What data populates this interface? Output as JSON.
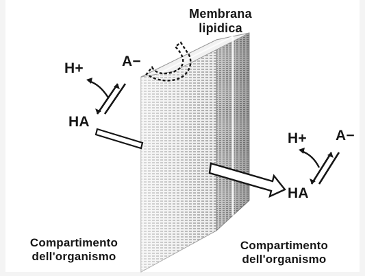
{
  "labels": {
    "membrane_line1": "Membrana",
    "membrane_line2": "lipidica",
    "left": {
      "h_plus": "H+",
      "a_minus": "A−",
      "ha": "HA"
    },
    "right": {
      "h_plus": "H+",
      "a_minus": "A−",
      "ha": "HA"
    },
    "left_compartment_line1": "Compartimento",
    "left_compartment_line2": "dell'organismo",
    "right_compartment_line1": "Compartimento",
    "right_compartment_line2": "dell'organismo"
  },
  "colors": {
    "ink": "#161616",
    "membrane_light": "#e6e6e6",
    "membrane_mid": "#bdbdbd",
    "membrane_dark": "#8a8a8a",
    "background": "#ffffff"
  }
}
